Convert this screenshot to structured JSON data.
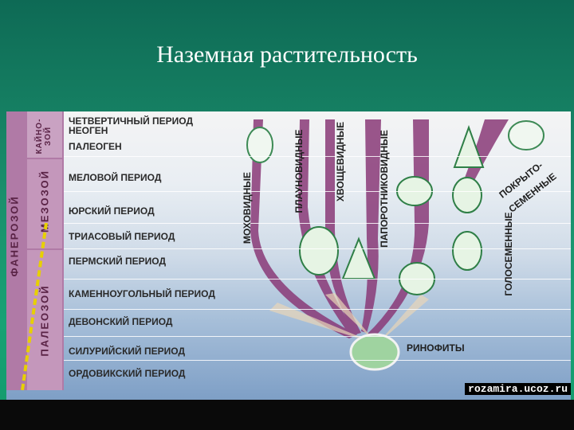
{
  "title": "Наземная растительность",
  "eras": {
    "phanerozoic": "ФАНЕРОЗОЙ",
    "cenozoic": "КАЙНО-\nЗОЙ",
    "mesozoic": "МЕЗОЗОЙ",
    "paleozoic": "ПАЛЕОЗОЙ"
  },
  "periods": [
    "ЧЕТВЕРТИЧНЫЙ ПЕРИОД",
    "НЕОГЕН",
    "ПАЛЕОГЕН",
    "МЕЛОВОЙ ПЕРИОД",
    "ЮРСКИЙ ПЕРИОД",
    "ТРИАСОВЫЙ ПЕРИОД",
    "ПЕРМСКИЙ ПЕРИОД",
    "КАМЕННОУГОЛЬНЫЙ ПЕРИОД",
    "ДЕВОНСКИЙ ПЕРИОД",
    "СИЛУРИЙСКИЙ ПЕРИОД",
    "ОРДОВИКСКИЙ ПЕРИОД"
  ],
  "groups": {
    "mosses": "МОХОВИДНЫЕ",
    "lycophytes": "ПЛАУНОВИДНЫЕ",
    "horsetails": "ХВОЩЕВИДНЫЕ",
    "ferns": "ПАПОРОТНИКОВИДНЫЕ",
    "gymnosperms": "ГОЛОСЕМЕННЫЕ",
    "angiosperms_1": "ПОКРЫТО-",
    "angiosperms_2": "СЕМЕННЫЕ",
    "rhyniophytes": "РИНОФИТЫ"
  },
  "credit": "rozamira.ucoz.ru",
  "colors": {
    "background": "#1b8f6c",
    "branches": "#8a3a78",
    "era_bar": "#b07aa6",
    "origin": "#9fd3a0"
  }
}
